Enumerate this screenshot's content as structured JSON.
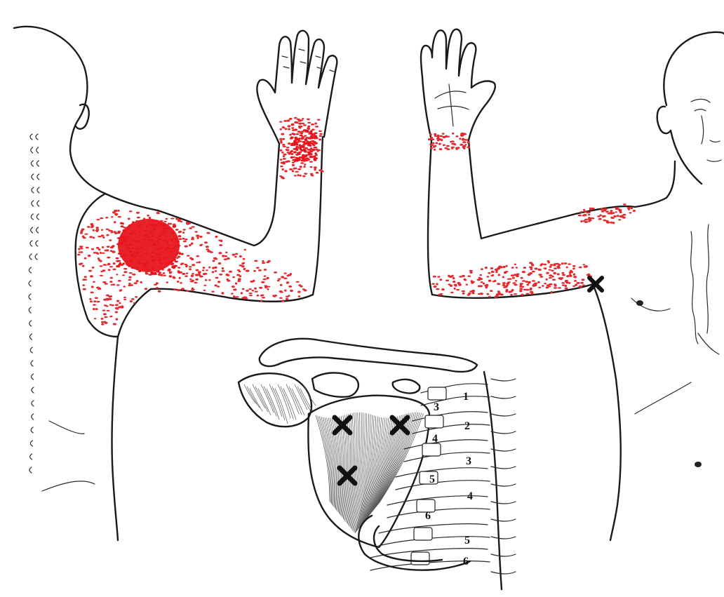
{
  "colors": {
    "referred_pain_dense": "#e8141c",
    "referred_pain_spill": "#e32a2f",
    "outline": "#1a1a1a",
    "trigger_point_marker": "#111111"
  },
  "views": [
    {
      "id": "posterior",
      "pain_zones": [
        "posterior-shoulder-dense",
        "posterior-arm-spill",
        "wrist-dorsal"
      ]
    },
    {
      "id": "anterior",
      "pain_zones": [
        "anterior-shoulder-spill",
        "medial-arm-spill",
        "wrist-palmar"
      ],
      "trigger_point_markers": 1
    },
    {
      "id": "scapula-anatomy",
      "trigger_point_markers": 3
    }
  ],
  "rib_labels": {
    "front": [
      "1",
      "2",
      "3",
      "4"
    ],
    "back": [
      "3",
      "4",
      "5",
      "6"
    ],
    "lower": [
      "5",
      "6"
    ]
  }
}
